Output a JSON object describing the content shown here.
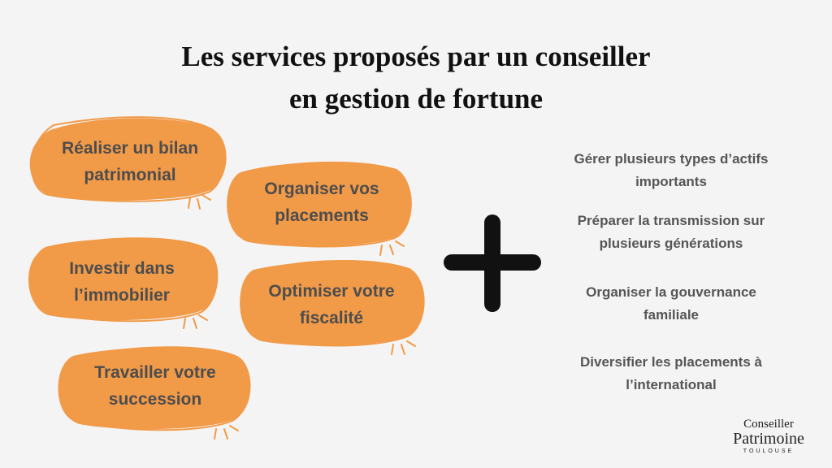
{
  "title": {
    "line1": "Les services proposés par un conseiller",
    "line2": "en gestion de fortune"
  },
  "services": [
    {
      "line1": "Réaliser un bilan",
      "line2": "patrimonial"
    },
    {
      "line1": "Organiser vos",
      "line2": "placements"
    },
    {
      "line1": "Investir dans",
      "line2": "l’immobilier"
    },
    {
      "line1": "Optimiser votre",
      "line2": "fiscalité"
    },
    {
      "line1": "Travailler votre",
      "line2": "succession"
    }
  ],
  "additional_services": [
    {
      "line1": "Gérer plusieurs types d’actifs",
      "line2": "importants"
    },
    {
      "line1": "Préparer la transmission sur",
      "line2": "plusieurs générations"
    },
    {
      "line1": "Organiser la gouvernance",
      "line2": "familiale"
    },
    {
      "line1": "Diversifier les placements à",
      "line2": "l’international"
    }
  ],
  "logo": {
    "line1": "Conseiller",
    "line2": "Patrimoine",
    "line3": "TOULOUSE"
  },
  "colors": {
    "blob_fill": "#f19a48",
    "blob_stroke": "#f19a48",
    "text_dark": "#111111",
    "text_gray": "#555555",
    "background": "#f4f4f4"
  },
  "icons": {
    "center": "plus-icon"
  }
}
